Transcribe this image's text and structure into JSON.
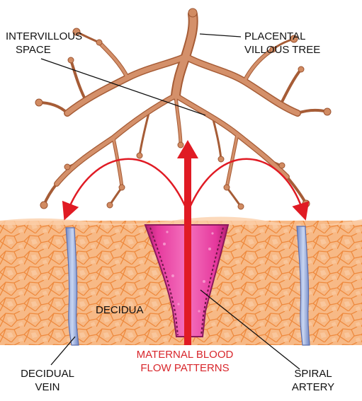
{
  "labels": {
    "intervillous_space": [
      "INTERVILLOUS",
      "SPACE"
    ],
    "placental_villous_tree": [
      "PLACENTAL",
      "VILLOUS TREE"
    ],
    "decidua": "DECIDUA",
    "decidual_vein": [
      "DECIDUAL",
      "VEIN"
    ],
    "maternal_blood_flow": [
      "MATERNAL BLOOD",
      "FLOW PATTERNS"
    ],
    "spiral_artery": [
      "SPIRAL",
      "ARTERY"
    ]
  },
  "colors": {
    "villous_tree": "#c98256",
    "villous_tree_dark": "#9c5532",
    "decidua_fill": "#f6b47e",
    "decidua_cell_lines": "#f08a3c",
    "decidual_vein": "#93a9d6",
    "spiral_artery": "#e0389a",
    "blood_flow_arrow": "#e01b24",
    "label_red": "#d8262b"
  },
  "icons": {
    "flow_arrow": "arrow-up",
    "side_arrows": "arrow-down"
  }
}
